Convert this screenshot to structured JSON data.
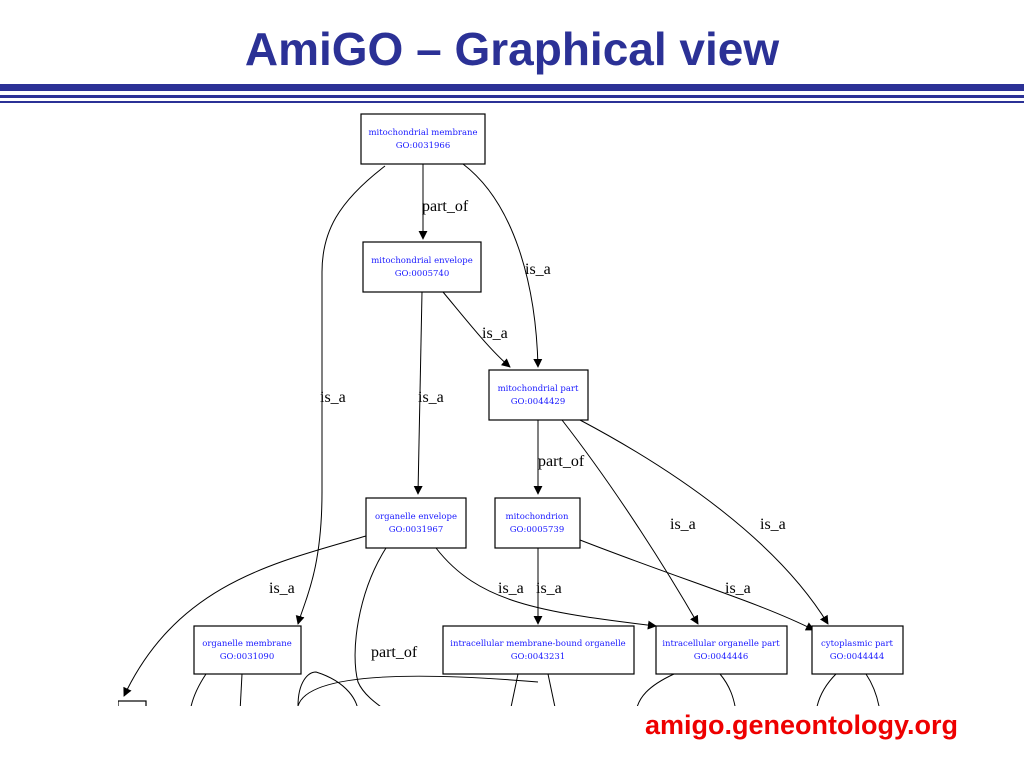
{
  "slide": {
    "title": "AmiGO – Graphical view",
    "source_url": "amigo.geneontology.org"
  },
  "colors": {
    "title": "#2b3196",
    "rule": "#2b3196",
    "url": "#ee0000",
    "node_text": "#1a1aff",
    "edges": "#000000"
  },
  "diagram": {
    "nodes": [
      {
        "id": "n1",
        "name": "mitochondrial membrane",
        "go_id": "GO:0031966"
      },
      {
        "id": "n2",
        "name": "mitochondrial envelope",
        "go_id": "GO:0005740"
      },
      {
        "id": "n3",
        "name": "mitochondrial part",
        "go_id": "GO:0044429"
      },
      {
        "id": "n4",
        "name": "organelle envelope",
        "go_id": "GO:0031967"
      },
      {
        "id": "n5",
        "name": "mitochondrion",
        "go_id": "GO:0005739"
      },
      {
        "id": "n6",
        "name": "organelle membrane",
        "go_id": "GO:0031090"
      },
      {
        "id": "n7",
        "name": "intracellular membrane-bound organelle",
        "go_id": "GO:0043231"
      },
      {
        "id": "n8",
        "name": "intracellular organelle part",
        "go_id": "GO:0044446"
      },
      {
        "id": "n9",
        "name": "cytoplasmic part",
        "go_id": "GO:0044444"
      }
    ],
    "edge_labels": [
      {
        "id": "e1",
        "text": "part_of"
      },
      {
        "id": "e2",
        "text": "is_a"
      },
      {
        "id": "e3",
        "text": "is_a"
      },
      {
        "id": "e4",
        "text": "is_a"
      },
      {
        "id": "e5",
        "text": "is_a"
      },
      {
        "id": "e6",
        "text": "part_of"
      },
      {
        "id": "e7",
        "text": "is_a"
      },
      {
        "id": "e8",
        "text": "is_a"
      },
      {
        "id": "e9",
        "text": "is_a"
      },
      {
        "id": "e10",
        "text": "is_a"
      },
      {
        "id": "e11",
        "text": "is_a"
      },
      {
        "id": "e12",
        "text": "is_a"
      },
      {
        "id": "e13",
        "text": "part_of"
      }
    ]
  }
}
